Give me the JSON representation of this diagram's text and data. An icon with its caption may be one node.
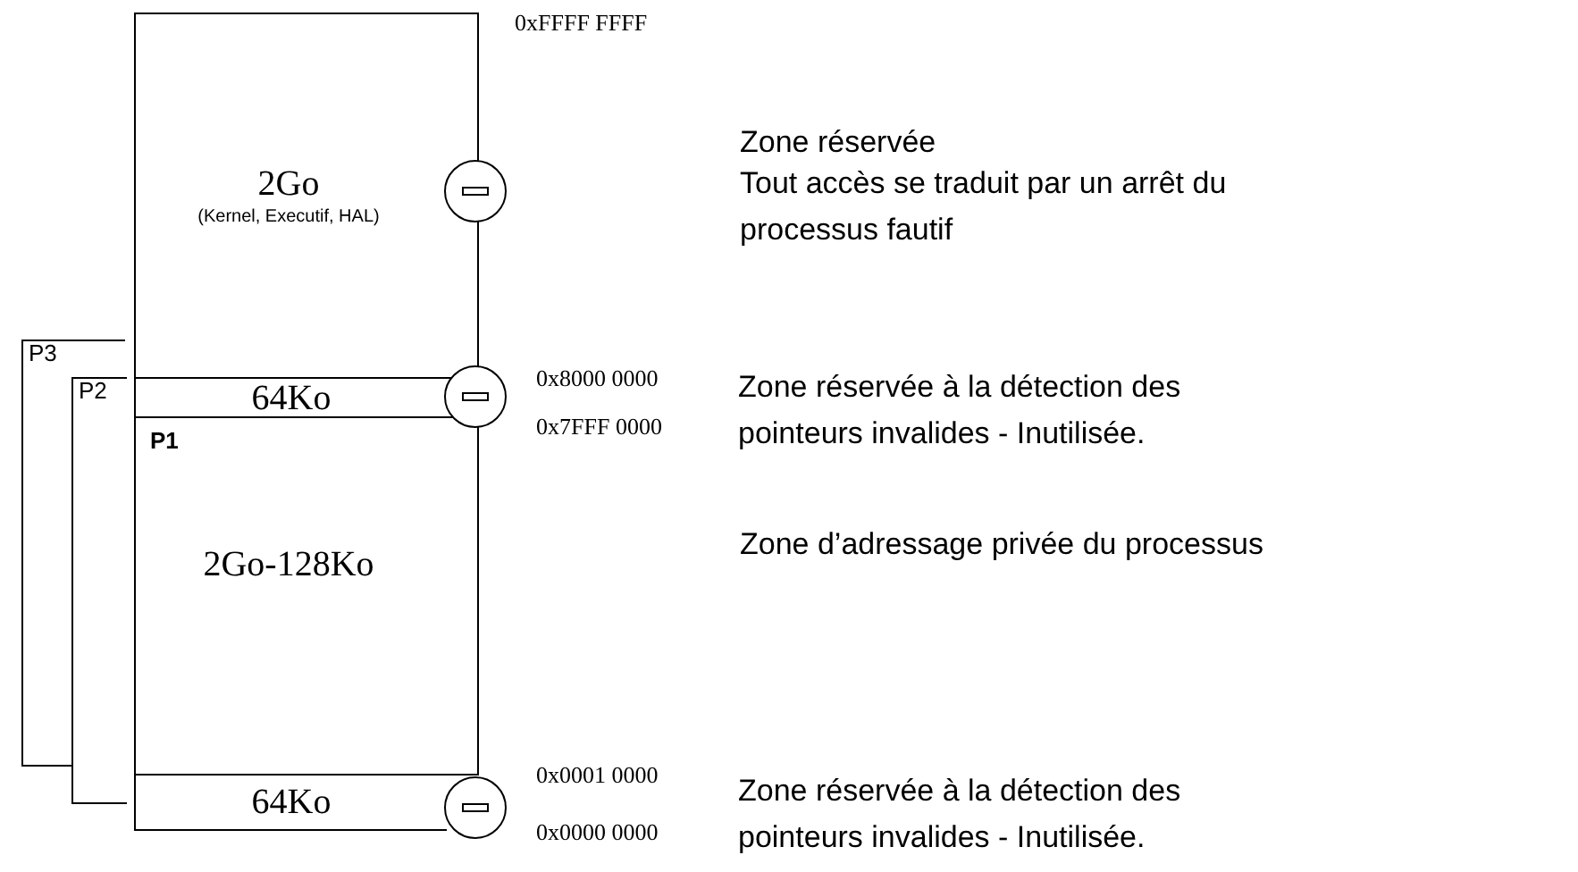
{
  "diagram": {
    "nodes": [
      {
        "text": [
          "2Go",
          "(Kernel, Executif, HAL)"
        ]
      },
      {
        "text": [
          "64Ko"
        ]
      },
      {
        "text": [
          "P1",
          "2Go-128Ko"
        ]
      },
      {
        "text": [
          "64Ko"
        ]
      },
      {
        "text": [
          "P2"
        ]
      },
      {
        "text": [
          "P3"
        ]
      }
    ],
    "labels": [
      "0xFFFF FFFF",
      "Zone réservée",
      "Tout accès se traduit par un arrêt du processus fautif",
      "0x8000 0000",
      "Zone réservée à la détection des pointeurs invalides - Inutilisée.",
      "0x7FFF 0000",
      "Zone d’adressage privée du processus",
      "0x0001 0000",
      "Zone réservée à la détection des pointeurs invalides - Inutilisée.",
      "0x0000 0000"
    ]
  }
}
